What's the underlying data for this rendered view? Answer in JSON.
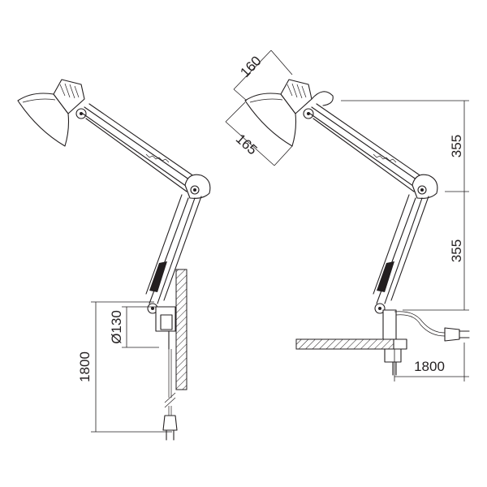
{
  "drawing": {
    "left_view": {
      "height_label": "1800",
      "clamp_label": "Ø130"
    },
    "right_view": {
      "shade_top_label": "160",
      "shade_diameter_label": "165",
      "upper_arm_label": "355",
      "lower_arm_label": "355",
      "cable_label": "1800"
    }
  }
}
